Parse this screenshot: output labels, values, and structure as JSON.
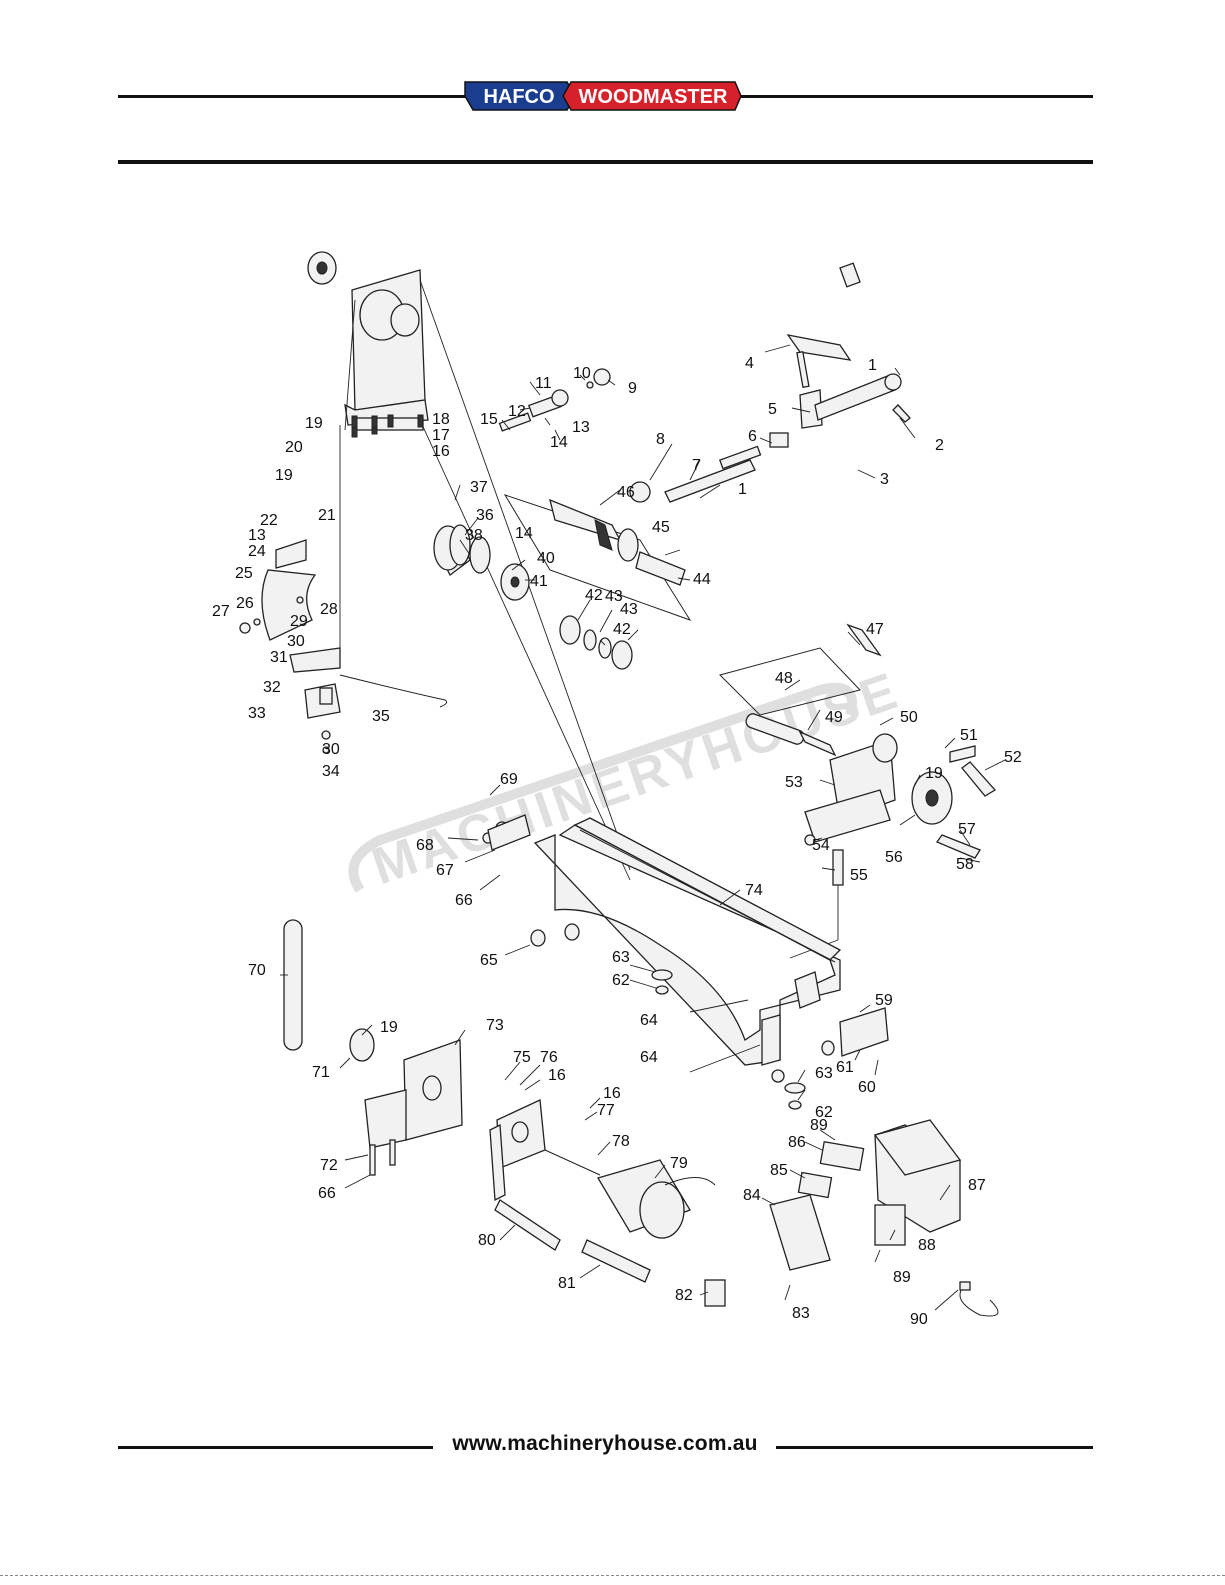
{
  "header": {
    "brand_left": "HAFCO",
    "brand_right": "WOODMASTER",
    "colors": {
      "brand_blue": "#1a3d8f",
      "brand_red": "#d6202a"
    }
  },
  "footer": {
    "url": "www.machineryhouse.com.au"
  },
  "watermark": "MACHINERYHOUSE",
  "diagram": {
    "labels": [
      "1",
      "1",
      "2",
      "3",
      "4",
      "5",
      "6",
      "7",
      "8",
      "9",
      "10",
      "11",
      "12",
      "13",
      "13",
      "14",
      "14",
      "15",
      "16",
      "16",
      "16",
      "17",
      "18",
      "19",
      "19",
      "19",
      "19",
      "20",
      "21",
      "22",
      "24",
      "25",
      "26",
      "27",
      "28",
      "29",
      "30",
      "30",
      "31",
      "32",
      "33",
      "34",
      "35",
      "36",
      "37",
      "38",
      "40",
      "41",
      "42",
      "42",
      "43",
      "43",
      "44",
      "45",
      "46",
      "47",
      "48",
      "49",
      "50",
      "51",
      "52",
      "53",
      "54",
      "55",
      "56",
      "57",
      "58",
      "59",
      "60",
      "61",
      "62",
      "62",
      "63",
      "63",
      "64",
      "64",
      "65",
      "66",
      "66",
      "67",
      "68",
      "69",
      "70",
      "71",
      "72",
      "73",
      "74",
      "75",
      "76",
      "77",
      "78",
      "79",
      "80",
      "81",
      "82",
      "83",
      "84",
      "85",
      "86",
      "87",
      "88",
      "89",
      "89",
      "90"
    ]
  }
}
